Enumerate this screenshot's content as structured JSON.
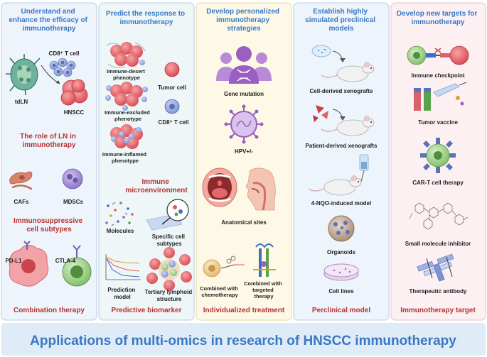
{
  "columns": [
    {
      "header": [
        "Understand and",
        "enhance the efficacy of",
        "immunotherapy"
      ],
      "labels": {
        "cd8": "CD8⁺ T cell",
        "tdln": "tdLN",
        "hnscc": "HNSCC",
        "cafs": "CAFs",
        "mdscs": "MDSCs",
        "pdl1": "PD-L1",
        "ctla4": "CTLA-4"
      },
      "red_titles": {
        "ln": [
          "The role of LN in",
          "immunotherapy"
        ],
        "immunosuppressive": [
          "Immunosuppressive",
          "cell subtypes"
        ]
      },
      "footer": "Combination therapy"
    },
    {
      "header": [
        "Predict the response to",
        "immunotherapy"
      ],
      "labels": {
        "desert": [
          "Immune-desert",
          "phenotype"
        ],
        "excluded": [
          "Immune-excluded",
          "phenotype"
        ],
        "inflamed": [
          "Immune-inflamed",
          "phenotype"
        ],
        "tumor_cell": "Tumor cell",
        "cd8": "CD8⁺ T cell",
        "molecules": "Molecules",
        "specific": [
          "Specific cell",
          "subtypes"
        ],
        "prediction": [
          "Prediction",
          "model"
        ],
        "tls": [
          "Tertiary lymphoid",
          "structure"
        ]
      },
      "red_titles": {
        "microenv": [
          "Immune",
          "microenvironment"
        ]
      },
      "footer": "Predictive biomarker"
    },
    {
      "header": [
        "Develop  personalized",
        "immunotherapy",
        "strategies"
      ],
      "labels": {
        "gene_mutation": "Gene mutation",
        "hpv": "HPV+/-",
        "anatomical": "Anatomical sites",
        "combined_chemo": [
          "Combined with",
          "chemotherapy"
        ],
        "combined_targeted": [
          "Combined with",
          "targeted",
          "therapy"
        ]
      },
      "footer": "Individualized treatment"
    },
    {
      "header": [
        "Establish highly",
        "simulated preclinical",
        "models"
      ],
      "labels": {
        "cdx": "Cell-derived xenografts",
        "pdx": "Patient-derived xenografts",
        "nqo": "4-NQO-induced model",
        "organoids": "Organoids",
        "cell_lines": "Cell lines"
      },
      "footer": "Perclinical model"
    },
    {
      "header": [
        "Develop new targets for",
        "immunotherapy"
      ],
      "labels": {
        "checkpoint": "Immune checkpoint",
        "vaccine": "Tumor vaccine",
        "cart": "CAR-T cell therapy",
        "small_molecule": "Small molecule inhibitor",
        "antibody": "Therapeutic antibody"
      },
      "footer": "Immunotherapy target"
    }
  ],
  "banner": "Applications of multi-omics in research of HNSCC immunotherapy",
  "colors": {
    "header_blue": "#3a78c2",
    "title_red": "#b83232",
    "banner_bg": "#dfecf7",
    "col1_bg": "#eef4fb",
    "col2_bg": "#eef6f8",
    "col3_bg": "#fdf9e6",
    "col4_bg": "#eef4fb",
    "col5_bg": "#fcf0f2",
    "tumor_pink": "#e8585f",
    "tcell_blue": "#8fa6df",
    "mouse": "#f1f1f1",
    "purple": "#9a5fc0"
  }
}
